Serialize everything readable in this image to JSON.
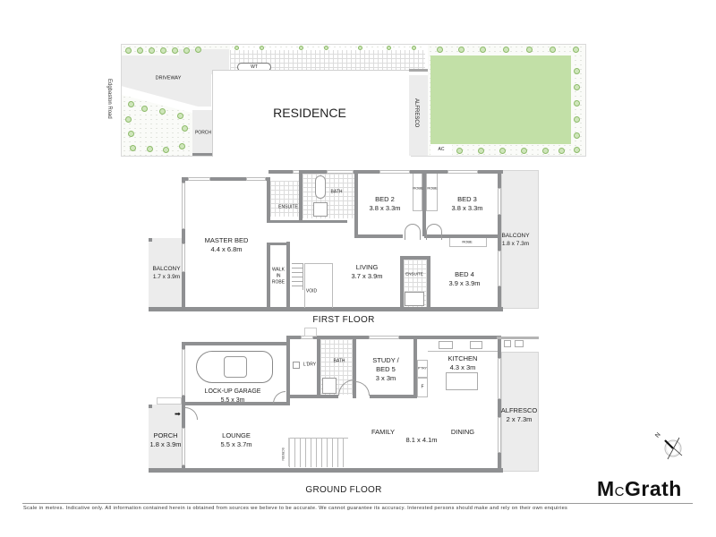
{
  "site_plan": {
    "street": "Edgbaston Road",
    "labels": {
      "driveway": "DRIVEWAY",
      "residence": "RESIDENCE",
      "porch": "PORCH",
      "wt": "WT",
      "alfresco": "ALFRESCO",
      "ac": "AC"
    },
    "colors": {
      "lawn": "#c2e0a7",
      "tree": "#8dbb6a",
      "paving": "#ececec"
    }
  },
  "first_floor": {
    "title": "FIRST FLOOR",
    "rooms": {
      "master_bed": {
        "name": "MASTER BED",
        "size": "4.4 x 6.8m"
      },
      "balcony_left": {
        "name": "BALCONY",
        "size": "1.7 x 3.9m"
      },
      "ensuite_master": {
        "name": "ENSUITE"
      },
      "bath": {
        "name": "BATH"
      },
      "bed2": {
        "name": "BED 2",
        "size": "3.8 x 3.3m"
      },
      "bed3": {
        "name": "BED 3",
        "size": "3.8 x 3.3m"
      },
      "robe1": {
        "name": "ROBE"
      },
      "robe2": {
        "name": "ROBE"
      },
      "robe3": {
        "name": "ROBE"
      },
      "balcony_right": {
        "name": "BALCONY",
        "size": "1.8 x 7.3m"
      },
      "walk_in_robe": {
        "name": "WALK IN ROBE",
        "line1": "WALK",
        "line2": "IN",
        "line3": "ROBE"
      },
      "void": {
        "name": "VOID"
      },
      "living": {
        "name": "LIVING",
        "size": "3.7 x 3.9m"
      },
      "ensuite_bed4": {
        "name": "ENSUITE"
      },
      "bed4": {
        "name": "BED 4",
        "size": "3.9 x 3.9m"
      }
    }
  },
  "ground_floor": {
    "title": "GROUND FLOOR",
    "rooms": {
      "garage": {
        "name": "LOCK-UP GARAGE",
        "size": "5.5 x 3m"
      },
      "laundry": {
        "name": "L'DRY"
      },
      "bath": {
        "name": "BATH"
      },
      "study": {
        "line1": "STUDY /",
        "line2": "BED 5",
        "size": "3 x 3m"
      },
      "pantry": {
        "name": "P'TRY"
      },
      "fridge": {
        "name": "F"
      },
      "kitchen": {
        "name": "KITCHEN",
        "size": "4.3 x 3m"
      },
      "alfresco": {
        "name": "ALFRESCO",
        "size": "2 x 7.3m"
      },
      "porch": {
        "name": "PORCH",
        "size": "1.8 x 3.9m"
      },
      "lounge": {
        "name": "LOUNGE",
        "size": "5.5 x 3.7m"
      },
      "screen": {
        "name": "SCREEN"
      },
      "family": {
        "name": "FAMILY"
      },
      "family_dining_size": {
        "size": "8.1 x 4.1m"
      },
      "dining": {
        "name": "DINING"
      }
    }
  },
  "compass": {
    "north_label": "N"
  },
  "footer": {
    "disclaimer": "Scale in metres. Indicative only. All information contained herein is obtained from sources we believe to be accurate. We cannot guarantee its accuracy. Interested persons should make and rely on their own enquiries",
    "brand_prefix": "M",
    "brand_c": "C",
    "brand_suffix": "Grath"
  }
}
